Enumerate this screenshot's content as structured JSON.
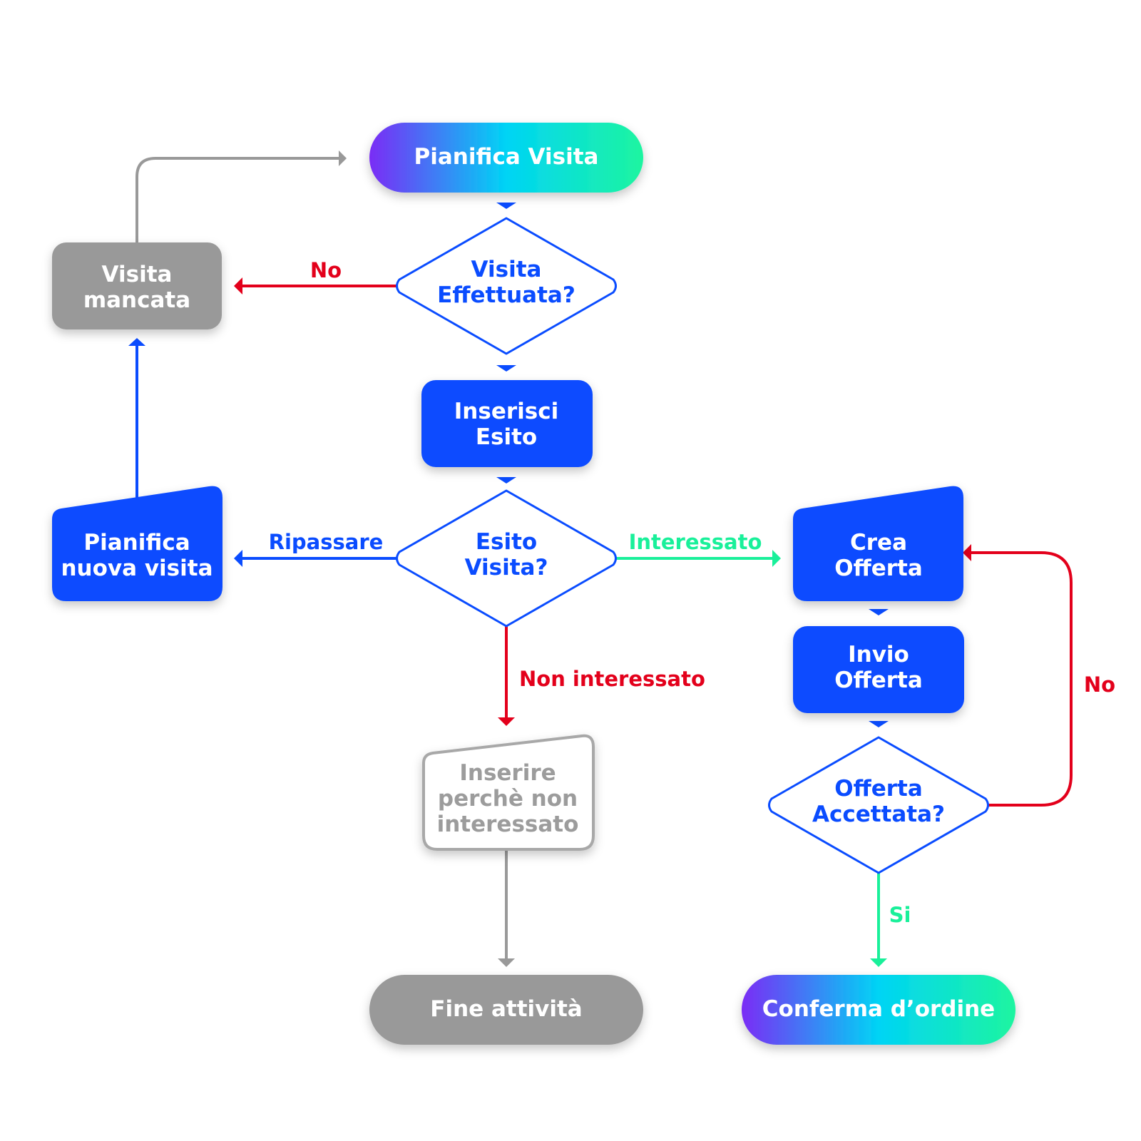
{
  "colors": {
    "blue": "#0a4cff",
    "red": "#e3001b",
    "green": "#19f09a",
    "gray": "#999999",
    "gray_text": "#9c9c9c",
    "gradient": [
      "#7a2cf5",
      "#00d4f5",
      "#1df5a0"
    ]
  },
  "nodes": {
    "pianifica_visita": "Pianifica Visita",
    "visita_effettuata": [
      "Visita",
      "Effettuata?"
    ],
    "visita_mancata": [
      "Visita",
      "mancata"
    ],
    "inserisci_esito": [
      "Inserisci",
      "Esito"
    ],
    "esito_visita": [
      "Esito",
      "Visita?"
    ],
    "pianifica_nuova_visita": [
      "Pianifica",
      "nuova visita"
    ],
    "crea_offerta": [
      "Crea",
      "Offerta"
    ],
    "invio_offerta": [
      "Invio",
      "Offerta"
    ],
    "offerta_accettata": [
      "Offerta",
      "Accettata?"
    ],
    "inserire_perche": [
      "Inserire",
      "perchè non",
      "interessato"
    ],
    "fine_attivita": "Fine attività",
    "conferma_ordine": "Conferma d’ordine"
  },
  "edge_labels": {
    "no_visita": "No",
    "ripassare": "Ripassare",
    "interessato": "Interessato",
    "non_interessato": "Non interessato",
    "no_offerta": "No",
    "si": "Si"
  }
}
